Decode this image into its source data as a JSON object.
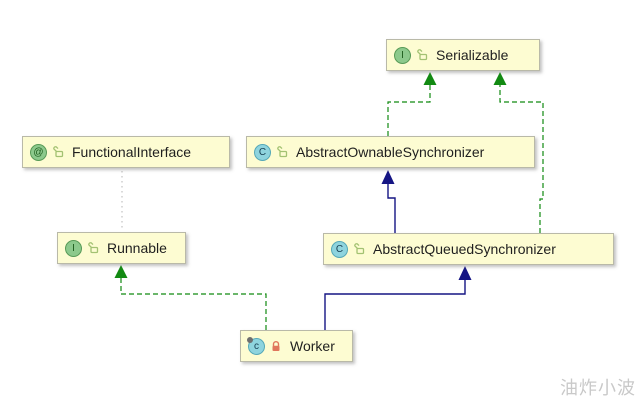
{
  "diagram": {
    "kind": "uml-class-diagram",
    "background": "#ffffff",
    "watermark": "油炸小波"
  },
  "colors": {
    "node_fill": "#fdfcd2",
    "node_border": "#b9b9a8",
    "implements_edge_green": "#128a12",
    "extends_edge_navy": "#151584",
    "annotation_edge_gray": "#b4b4b4",
    "interface_badge_green": "#8cc98c",
    "class_badge_teal": "#8ed4de",
    "private_lock_red": "#e0765c",
    "visibility_lock_green": "#a3c272"
  },
  "icons": {
    "interface_badge": "green circle with letter I",
    "annotation_badge": "green circle with @",
    "class_badge": "teal circle with letter C",
    "visibility_lock": "small open green padlock",
    "private_lock": "small red closed padlock",
    "inner_class_dot": "gray dot on class badge"
  },
  "nodes": {
    "serializable": {
      "label": "Serializable",
      "stereotype": "interface",
      "badge_letter": "I"
    },
    "functional_interface": {
      "label": "FunctionalInterface",
      "stereotype": "annotation",
      "badge_letter": "@"
    },
    "abstract_ownable": {
      "label": "AbstractOwnableSynchronizer",
      "stereotype": "class",
      "badge_letter": "C"
    },
    "runnable": {
      "label": "Runnable",
      "stereotype": "interface",
      "badge_letter": "I"
    },
    "abstract_queued": {
      "label": "AbstractQueuedSynchronizer",
      "stereotype": "class",
      "badge_letter": "C"
    },
    "worker": {
      "label": "Worker",
      "stereotype": "inner-class",
      "badge_letter": "c"
    }
  },
  "edges": [
    {
      "from": "abstract_ownable",
      "to": "serializable",
      "type": "implements",
      "style": "green-dashed-solid-triangle"
    },
    {
      "from": "abstract_queued",
      "to": "serializable",
      "type": "implements",
      "style": "green-dashed-solid-triangle"
    },
    {
      "from": "abstract_queued",
      "to": "abstract_ownable",
      "type": "extends",
      "style": "navy-solid-solid-triangle"
    },
    {
      "from": "worker",
      "to": "runnable",
      "type": "implements",
      "style": "green-dashed-solid-triangle"
    },
    {
      "from": "worker",
      "to": "abstract_queued",
      "type": "extends",
      "style": "navy-solid-solid-triangle"
    },
    {
      "from": "functional_interface",
      "to": "runnable",
      "type": "annotates",
      "style": "gray-dotted"
    }
  ]
}
